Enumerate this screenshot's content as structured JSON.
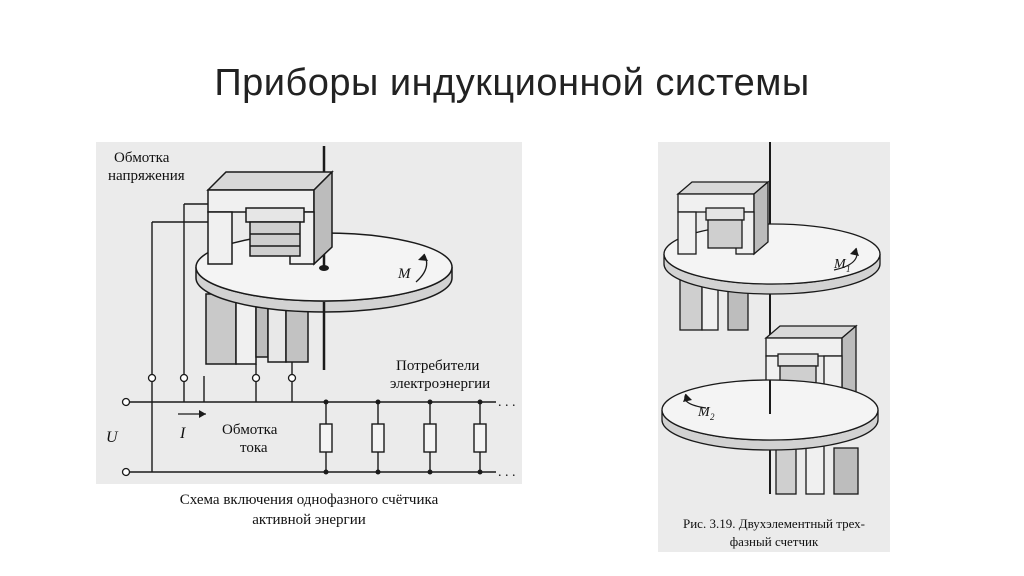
{
  "slide": {
    "title": "Приборы индукционной системы"
  },
  "figure_left": {
    "label_voltage_coil": [
      "Обмотка",
      "напряжения"
    ],
    "label_current_coil": [
      "Обмотка",
      "тока"
    ],
    "label_consumers": [
      "Потребители",
      "электроэнергии"
    ],
    "label_torque": "M",
    "label_current": "I",
    "label_voltage": "U",
    "caption": [
      "Схема включения однофазного счётчика",
      "активной энергии"
    ]
  },
  "figure_right": {
    "label_torque_1": "M",
    "label_torque_1_sub": "1",
    "label_torque_2": "M",
    "label_torque_2_sub": "2",
    "caption": [
      "Рис. 3.19. Двухэлементный трех-",
      "фазный счетчик"
    ]
  },
  "colors": {
    "scan_background": "#e9e9e9",
    "ink": "#1a1a1a",
    "magnet_fill": "#f2f2f2",
    "magnet_shade": "#bdbdbd"
  }
}
